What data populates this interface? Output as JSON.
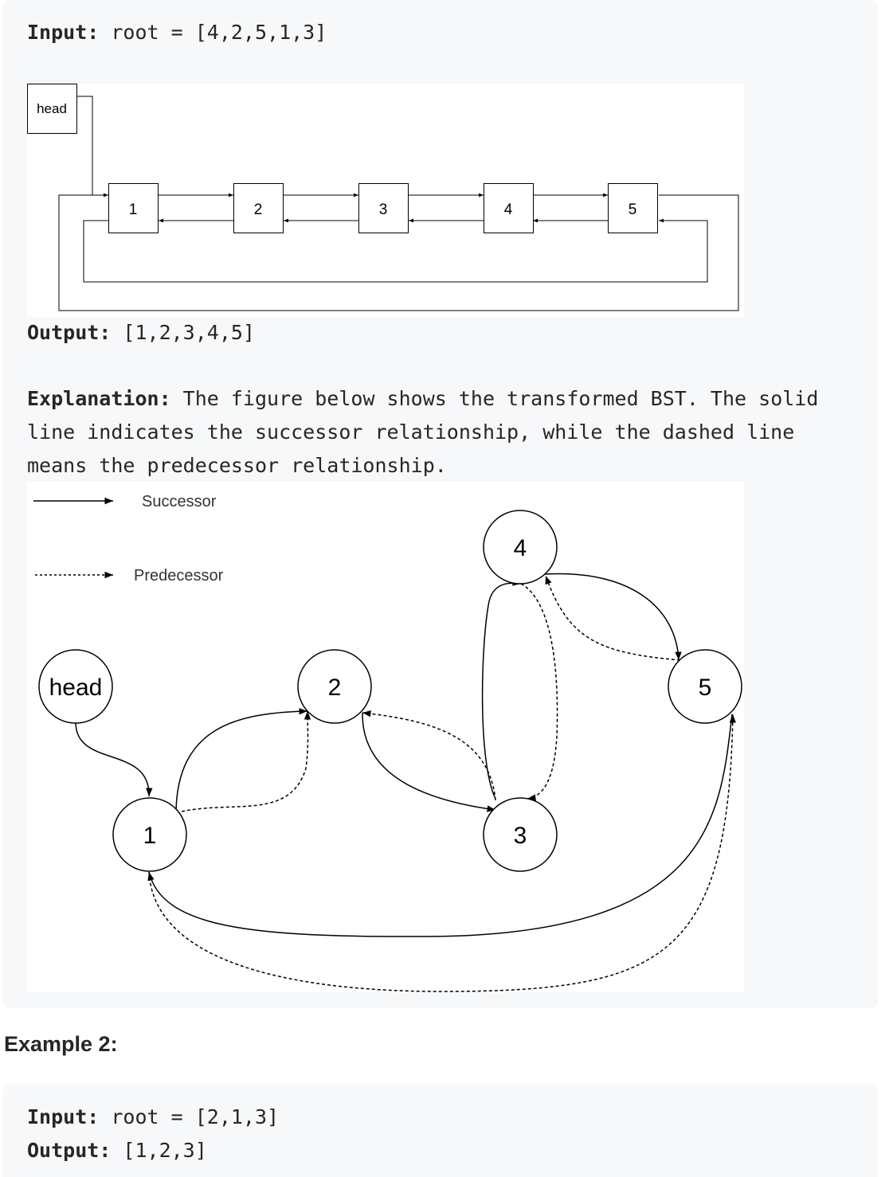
{
  "example1": {
    "input_label": "Input:",
    "input_value": " root = [4,2,5,1,3]",
    "output_label": "Output:",
    "output_value": " [1,2,3,4,5]",
    "explanation_label": "Explanation:",
    "explanation_text": " The figure below shows the transformed BST. The solid line indicates the successor relationship, while the dashed line means the predecessor relationship.",
    "list_figure": {
      "head_label": "head",
      "nodes": [
        "1",
        "2",
        "3",
        "4",
        "5"
      ]
    },
    "graph_figure": {
      "legend_successor": "Successor",
      "legend_predecessor": "Predecessor",
      "head_label": "head",
      "nodes": [
        "1",
        "2",
        "3",
        "4",
        "5"
      ]
    }
  },
  "example2": {
    "heading": "Example 2:",
    "input_label": "Input:",
    "input_value": " root = [2,1,3]",
    "output_label": "Output:",
    "output_value": " [1,2,3]"
  }
}
